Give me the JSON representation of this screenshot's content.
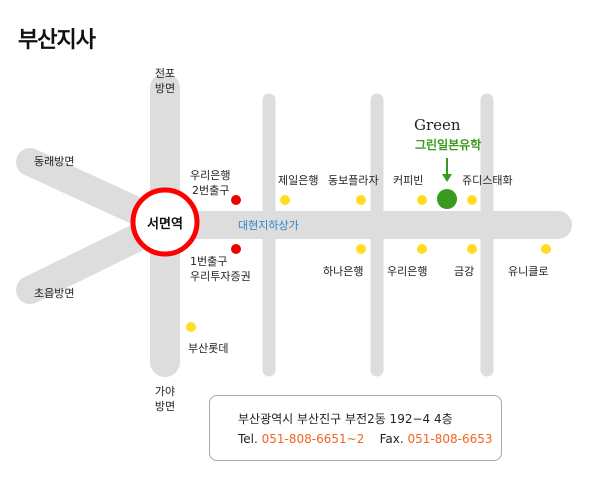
{
  "title": "부산지사",
  "station": "서면역",
  "underground": "대현지하상가",
  "directions": {
    "north": [
      "전포",
      "방면"
    ],
    "south": [
      "가야",
      "방면"
    ],
    "northwest": "동래방면",
    "southwest": "초읍방면"
  },
  "exits": {
    "exit2": [
      "우리은행",
      "2번출구"
    ],
    "exit1": [
      "1번출구",
      "우리투자증권"
    ]
  },
  "landmarks_top": [
    "제일은행",
    "동보플라자",
    "커피빈",
    "쥬디스태화"
  ],
  "landmarks_bottom": [
    "하나은행",
    "우리은행",
    "금강",
    "유니클로"
  ],
  "landmark_left": "부산롯데",
  "destination": {
    "logo": "Green",
    "name": "그린일본유학"
  },
  "address": {
    "line": "부산광역시  부산진구 부전2동 192−4  4층",
    "tel_label": "Tel.",
    "tel": "051-808-6651~2",
    "fax_label": "Fax.",
    "fax": "051-808-6653"
  },
  "colors": {
    "road": "#dddddd",
    "station": "#ff0000",
    "dot": "#ffdd22",
    "green": "#3a9a1e"
  }
}
